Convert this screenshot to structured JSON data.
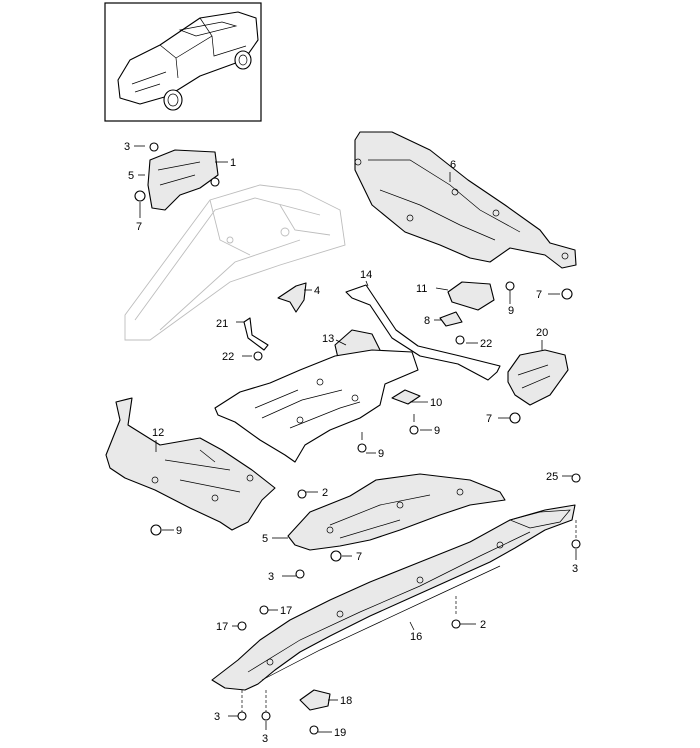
{
  "callouts": {
    "c1": "1",
    "c2": "2",
    "c3": "3",
    "c4": "4",
    "c5": "5",
    "c6": "6",
    "c7": "7",
    "c8": "8",
    "c9": "9",
    "c10": "10",
    "c11": "11",
    "c12": "12",
    "c13": "13",
    "c14": "14",
    "c16": "16",
    "c17": "17",
    "c18": "18",
    "c19": "19",
    "c20": "20",
    "c21": "21",
    "c22": "22",
    "c25": "25"
  }
}
